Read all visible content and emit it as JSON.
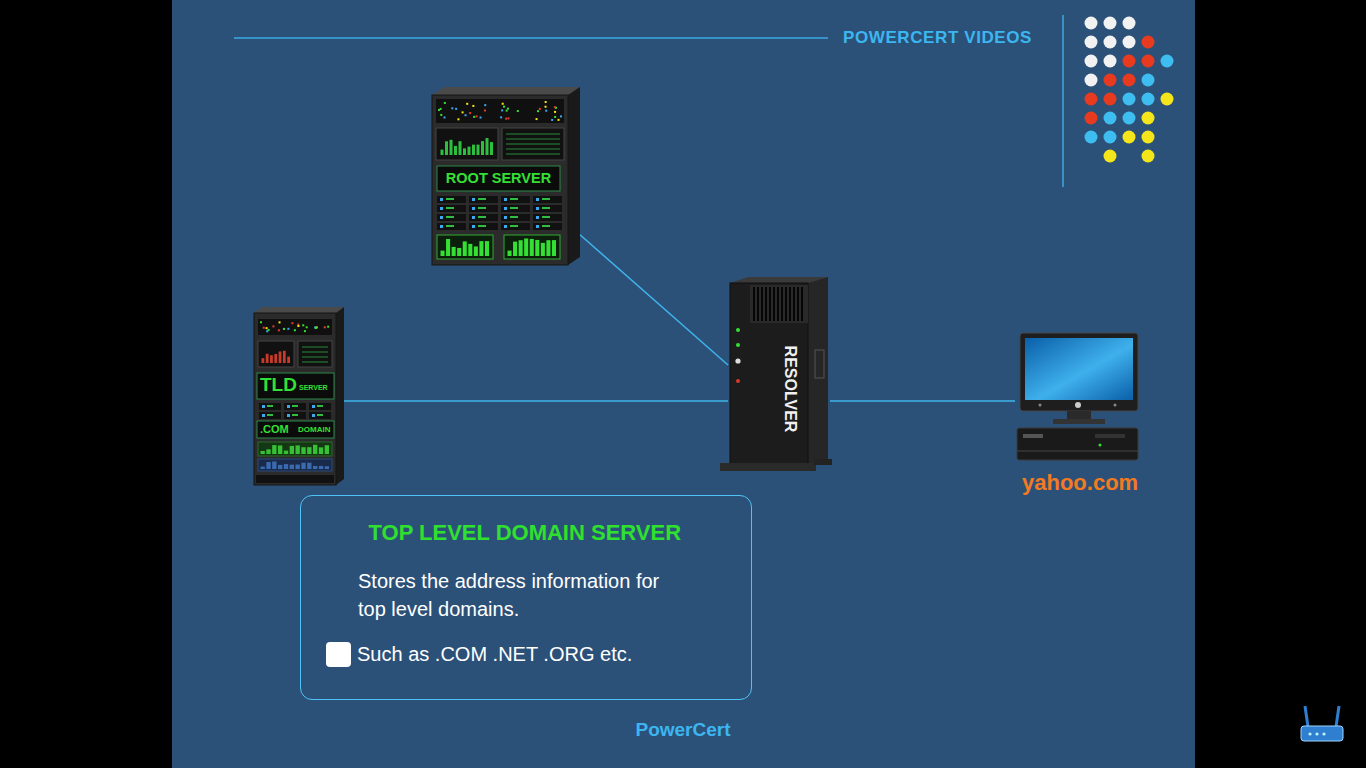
{
  "diagram": {
    "nodes": [
      {
        "text": [
          "ROOT SERVER"
        ]
      },
      {
        "text": [
          "TLD",
          "SERVER",
          ".COM",
          "DOMAIN"
        ]
      },
      {
        "text": [
          "RESOLVER"
        ]
      },
      {
        "text": [
          "yahoo.com"
        ]
      },
      {
        "text": [
          "TOP LEVEL DOMAIN SERVER",
          "Stores the address information for top level domains.",
          "Such as .COM .NET .ORG etc."
        ]
      }
    ],
    "edges": [
      {
        "from": 0,
        "to": 2,
        "arrow": "none"
      },
      {
        "from": 1,
        "to": 2,
        "arrow": "none"
      },
      {
        "from": 2,
        "to": 3,
        "arrow": "none"
      }
    ],
    "labels": [
      "POWERCERT VIDEOS",
      "PowerCert"
    ]
  }
}
